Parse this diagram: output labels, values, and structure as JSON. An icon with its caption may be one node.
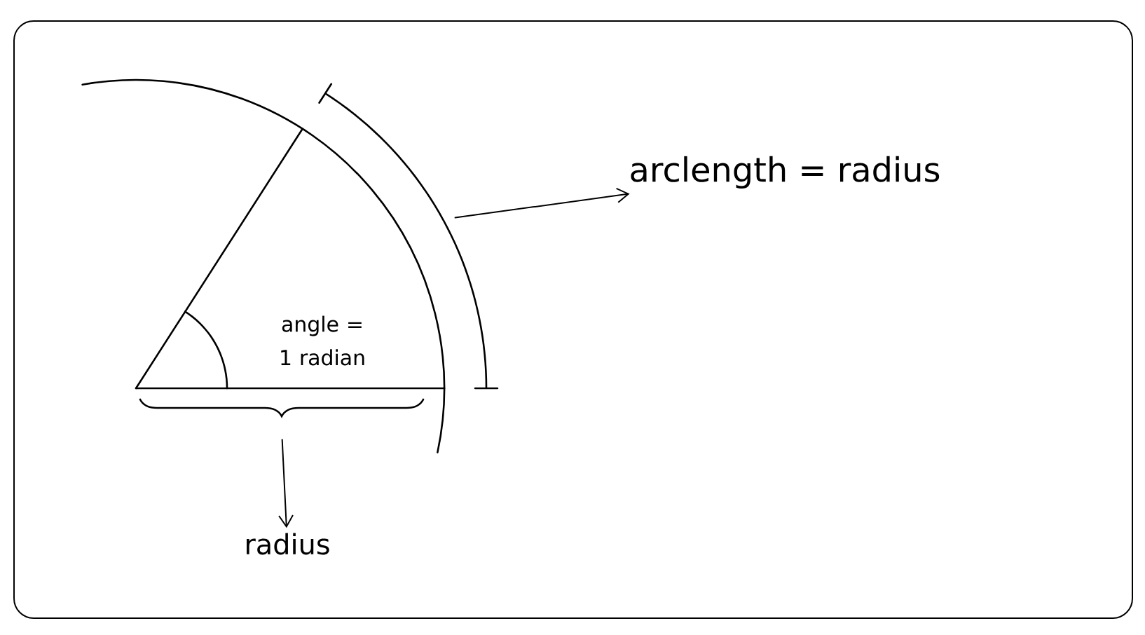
{
  "diagram": {
    "nodes": [
      {
        "text": [
          "arclength = radius"
        ]
      },
      {
        "text": [
          "radius"
        ]
      },
      {
        "text": [],
        "shape": "brace"
      },
      {
        "text": [],
        "shape": "brace"
      }
    ],
    "edges": [
      {
        "from": 2,
        "to": 0,
        "arrow": "to"
      },
      {
        "from": 3,
        "to": 1,
        "arrow": "to"
      }
    ],
    "labels": [
      "angle = 1 radian"
    ]
  }
}
